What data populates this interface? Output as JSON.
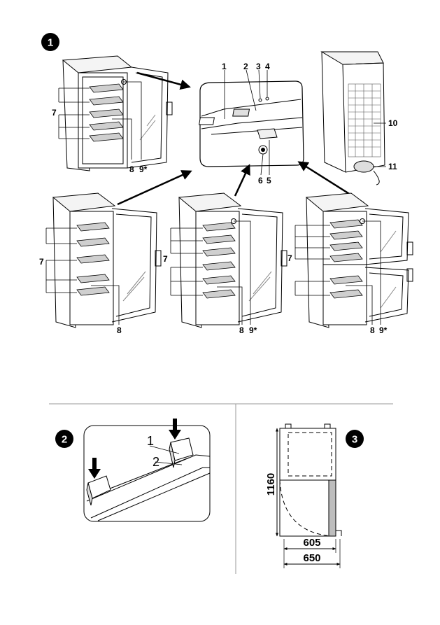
{
  "figures": {
    "fig1": {
      "badge": "1",
      "detail_labels": [
        "1",
        "2",
        "3",
        "4",
        "5",
        "6"
      ],
      "rear_labels": [
        "10",
        "11"
      ],
      "shelf_label": "7",
      "item_labels": {
        "n8": "8",
        "n9": "9*"
      }
    },
    "fig2": {
      "badge": "2",
      "labels": [
        "1",
        "2"
      ]
    },
    "fig3": {
      "badge": "3",
      "height": "1160",
      "depth": "605",
      "depth_open": "650"
    }
  }
}
